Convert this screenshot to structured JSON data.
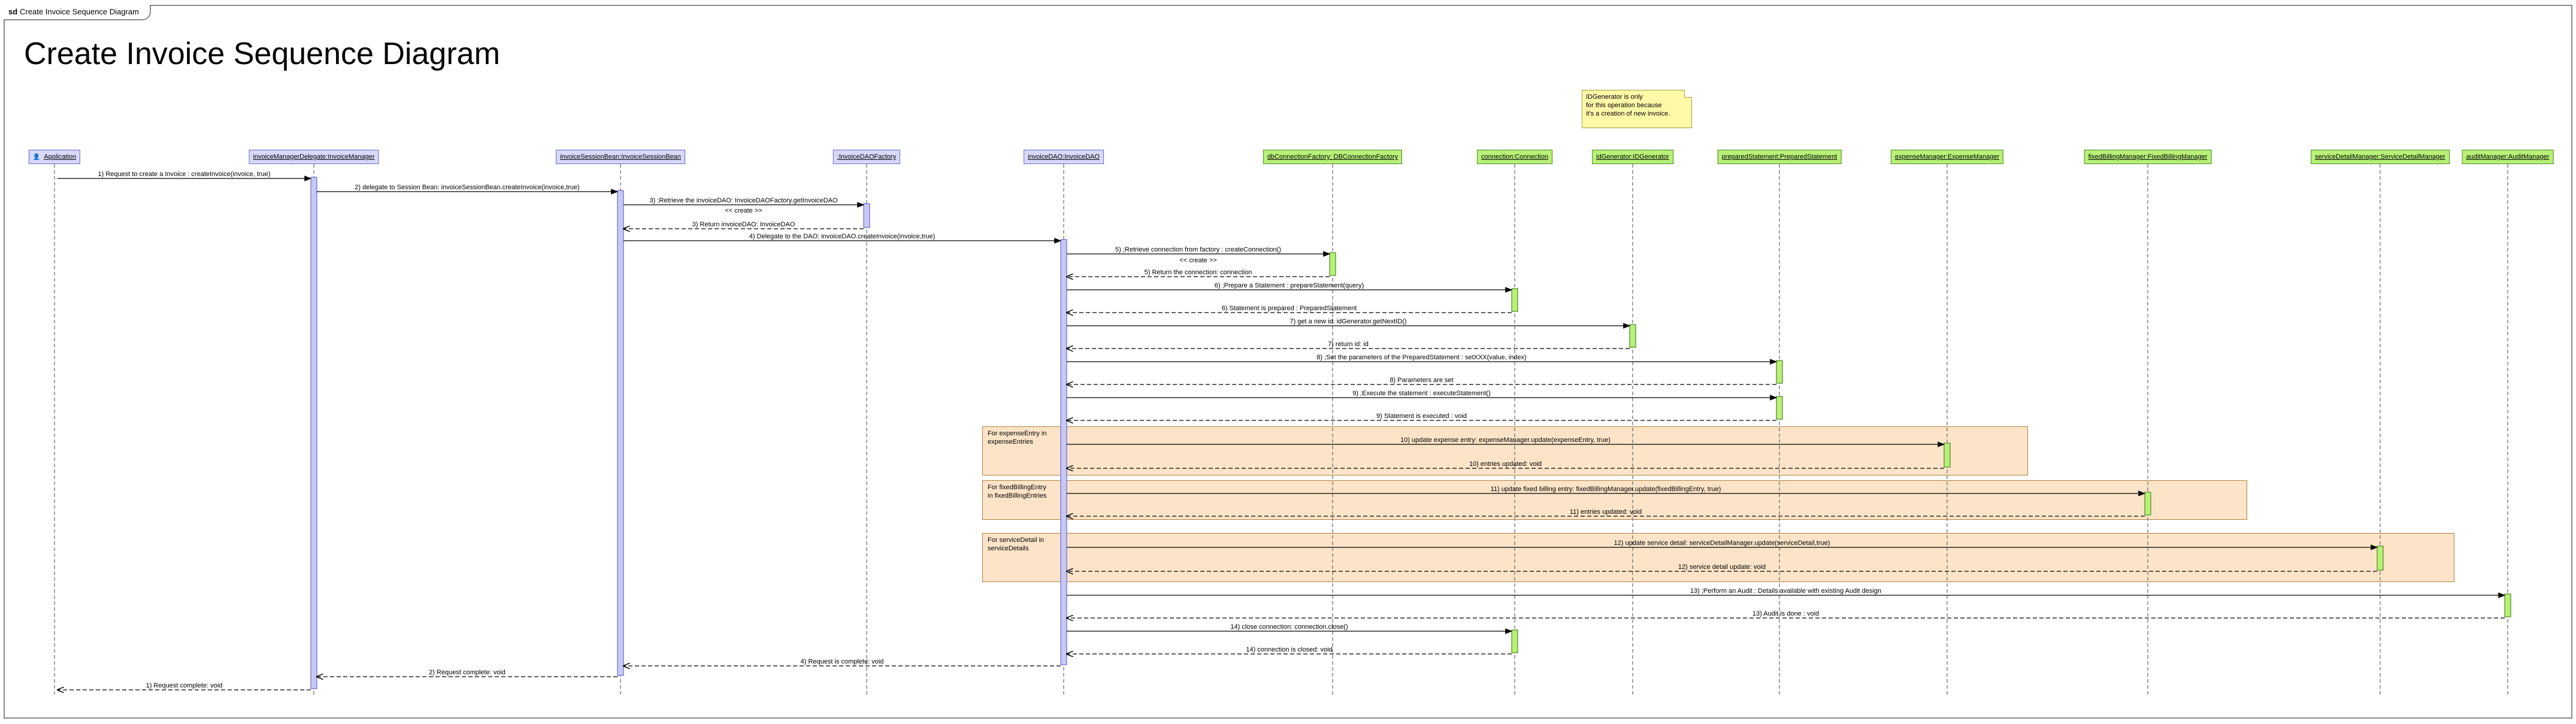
{
  "frame_tab": {
    "prefix": "sd",
    "label": "Create Invoice Sequence Diagram"
  },
  "title": "Create Invoice Sequence Diagram",
  "note": "IDGenerator is only\nfor this operation because\nit's a creation of new invoice.",
  "participants": [
    {
      "label": "Application",
      "actor": true,
      "color": "blue"
    },
    {
      "label": "invoiceManagerDelegate:InvoiceManager",
      "color": "blue"
    },
    {
      "label": "invoiceSessionBean:InvoiceSessionBean",
      "color": "blue"
    },
    {
      "label": ":InvoiceDAOFactory",
      "color": "blue"
    },
    {
      "label": "invoiceDAO:InvoiceDAO",
      "color": "blue"
    },
    {
      "label": "dbConnectionFactory: DBConnectionFactory",
      "color": "green"
    },
    {
      "label": "connection:Connection",
      "color": "green"
    },
    {
      "label": "idGenerator:IDGenerator",
      "color": "green"
    },
    {
      "label": "preparedStatement:PreparedStatement",
      "color": "green"
    },
    {
      "label": "expenseManager:ExpenseManager",
      "color": "green"
    },
    {
      "label": "fixedBillingManager:FixedBillingManager",
      "color": "green"
    },
    {
      "label": "serviceDetailManager:ServiceDetailManager",
      "color": "green"
    },
    {
      "label": "auditManager:AuditManager",
      "color": "green"
    }
  ],
  "loops": [
    {
      "label": "For expenseEntry in\nexpenseEntries"
    },
    {
      "label": "For fixedBillingEntry\nin fixedBillingEntries"
    },
    {
      "label": "For serviceDetail in\nserviceDetails"
    }
  ],
  "messages": [
    {
      "text": "1) Request to create a Invoice : createInvoice(invoice, true)"
    },
    {
      "text": "2) delegate to Session Bean: invoiceSessionBean.createInvoice(invoice,true)"
    },
    {
      "text": "3) ;Retrieve the invoiceDAO: InvoiceDAOFactory.getInvoiceDAO"
    },
    {
      "text": "<< create >>"
    },
    {
      "text": "3) Return invoiceDAO: InvoiceDAO"
    },
    {
      "text": "4) Delegate to the DAO: invoiceDAO.createInvoice(invoice,true)"
    },
    {
      "text": "5) ;Retrieve connection from factory : createConnection()"
    },
    {
      "text": "<< create >>"
    },
    {
      "text": "5) Return the connection: connection"
    },
    {
      "text": "6) ;Prepare a Statement : prepareStatement(query)"
    },
    {
      "text": "6) Statement is prepared : PreparedStatement"
    },
    {
      "text": "7) get a new id: idGenerator.getNextID()"
    },
    {
      "text": "7) return id: id"
    },
    {
      "text": "8) ;Set the parameters of the PreparedStatement : setXXX(value, index)"
    },
    {
      "text": "8) Parameters are set"
    },
    {
      "text": "9) ;Execute the statement : executeStatement()"
    },
    {
      "text": "9) Statement is executed : void"
    },
    {
      "text": "10) update expense entry: expenseManager.update(expenseEntry, true)"
    },
    {
      "text": "10) entries updated: void"
    },
    {
      "text": "11) update fixed billing entry: fixedBillingManager.update(fixedBillingEntry, true)"
    },
    {
      "text": "11) entries updated: void"
    },
    {
      "text": "12) update service detail: serviceDetailManager.update(serviceDetail,true)"
    },
    {
      "text": "12) service detail update: void"
    },
    {
      "text": "13) ;Perform an Audit : Details available with existing Audit design"
    },
    {
      "text": "13) Audit is done : void"
    },
    {
      "text": "14) close connection: connection.close()"
    },
    {
      "text": "14) connection is closed: void"
    },
    {
      "text": "4) Request is complete: void"
    },
    {
      "text": "2) Request complete: void"
    },
    {
      "text": "1) Request complete: void"
    }
  ]
}
